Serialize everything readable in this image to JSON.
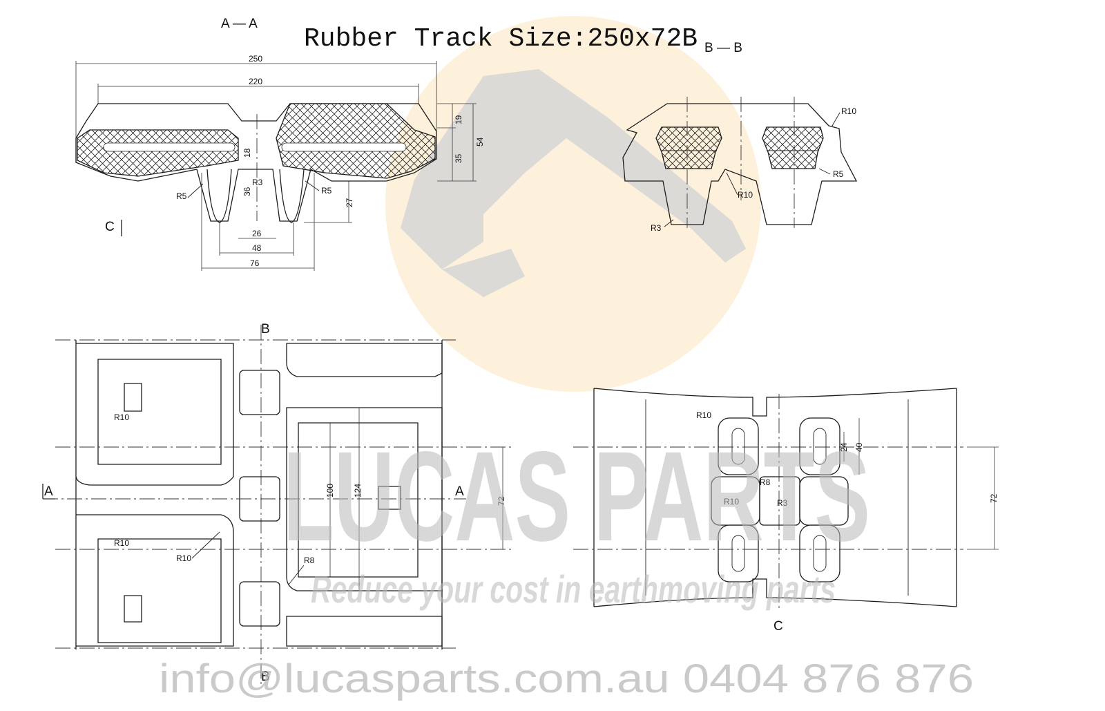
{
  "title": "Rubber Track Size:250x72B",
  "section_labels": {
    "aa": "A — A",
    "bb": "B — B",
    "a": "A",
    "b": "B",
    "c": "C"
  },
  "dims_aa": {
    "width_250": "250",
    "width_220": "220",
    "h19": "19",
    "h35": "35",
    "h54": "54",
    "h18": "18",
    "h36": "36",
    "h27": "27",
    "w26": "26",
    "w48": "48",
    "w76": "76",
    "r5": "R5",
    "r3": "R3"
  },
  "dims_bb": {
    "r10": "R10",
    "r5": "R5",
    "r3": "R3"
  },
  "dims_plan": {
    "r10": "R10",
    "r8": "R8",
    "d100": "100",
    "d124": "124",
    "d72": "72"
  },
  "dims_tread": {
    "r10": "R10",
    "r8": "R8",
    "r3": "R3",
    "d24": "24",
    "d40": "40",
    "d72": "72"
  },
  "watermark": {
    "brand": "LUCAS PARTS",
    "tagline": "Reduce your cost in earthmoving parts",
    "contact": "info@lucasparts.com.au   0404 876 876"
  },
  "colors": {
    "logo_disc": "#fdf1dc",
    "logo_mark": "#d6d6d6",
    "watermark_text": "#b9b9b9",
    "line": "#1c1c1c"
  }
}
